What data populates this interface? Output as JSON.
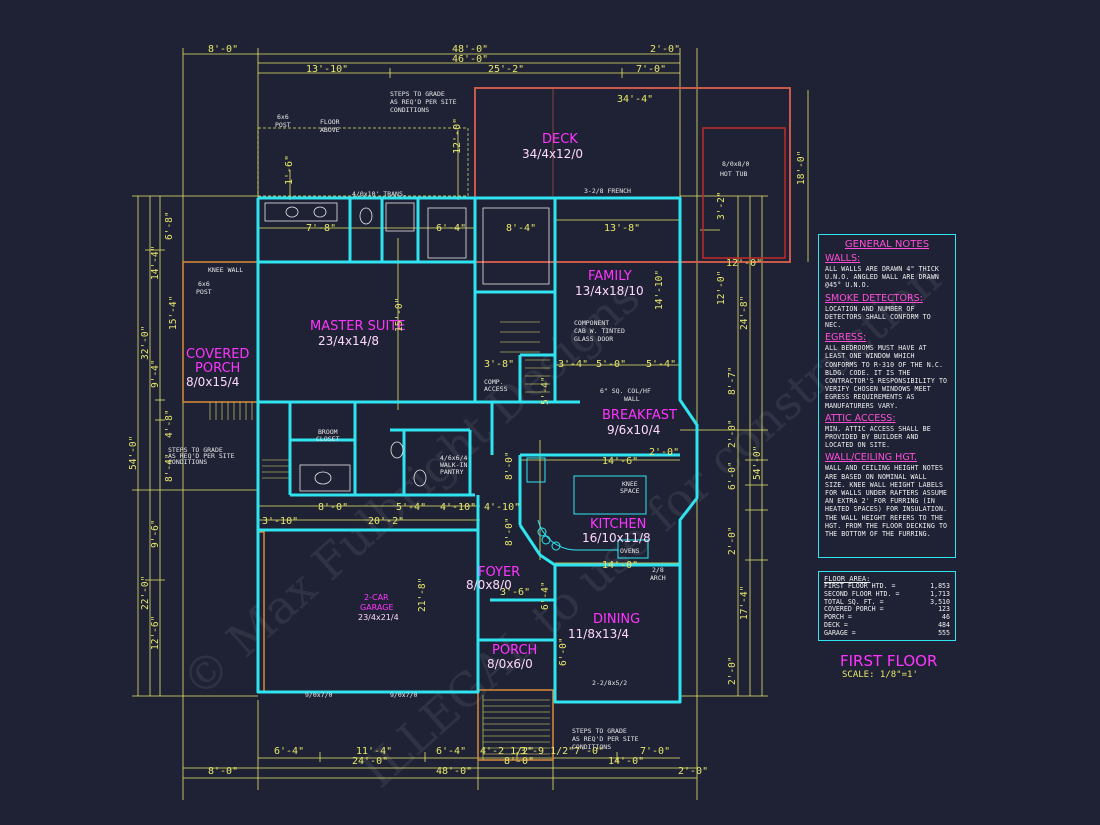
{
  "title": "FIRST FLOOR",
  "scale": "SCALE: 1/8\"=1'",
  "rooms": {
    "deck": {
      "name": "DECK",
      "size": "34/4x12/0"
    },
    "family": {
      "name": "FAMILY",
      "size": "13/4x18/10"
    },
    "master": {
      "name": "MASTER SUITE",
      "size": "23/4x14/8"
    },
    "covered_porch": {
      "name1": "COVERED",
      "name2": "PORCH",
      "size": "8/0x15/4"
    },
    "breakfast": {
      "name": "BREAKFAST",
      "size": "9/6x10/4"
    },
    "kitchen": {
      "name": "KITCHEN",
      "size": "16/10x11/8"
    },
    "foyer": {
      "name": "FOYER",
      "size": "8/0x8/0"
    },
    "garage": {
      "name1": "2-CAR",
      "name2": "GARAGE",
      "size": "23/4x21/4"
    },
    "dining": {
      "name": "DINING",
      "size": "11/8x13/4"
    },
    "porch": {
      "name": "PORCH",
      "size": "8/0x6/0"
    }
  },
  "labels": {
    "hot_tub1": "8/0x8/0",
    "hot_tub2": "HOT TUB",
    "steps_top1": "STEPS TO GRADE",
    "steps_top2": "AS REQ'D PER SITE",
    "steps_top3": "CONDITIONS",
    "steps_bot1": "STEPS TO GRADE",
    "steps_bot2": "AS REQ'D PER SITE",
    "steps_bot3": "CONDITIONS",
    "steps_left1": "STEPS TO GRADE",
    "steps_left2": "AS REQ'D PER SITE",
    "steps_left3": "CONDITIONS",
    "post_top1": "6x6",
    "post_top2": "POST",
    "floor_above1": "FLOOR",
    "floor_above2": "ABOVE",
    "trans": "4/0x10' TRANS.",
    "french_top": "3-2/8 FRENCH",
    "knee_wall": "KNEE WALL",
    "post_left1": "6x6",
    "post_left2": "POST",
    "component1": "COMPONENT",
    "component2": "CAB W. TINTED",
    "component3": "GLASS DOOR",
    "colhf1": "6\" SQ. COL/HF",
    "colhf2": "WALL",
    "comp1": "COMP.",
    "comp2": "ACCESS",
    "broom1": "BROOM",
    "broom2": "CLOSET",
    "walkin1": "4/6x6/4",
    "walkin2": "WALK-IN",
    "walkin3": "PANTRY",
    "ovens": "OVENS",
    "knee_space1": "KNEE",
    "knee_space2": "SPACE",
    "arch1": "2/8",
    "arch2": "ARCH",
    "garage_door1": "9/0x7/0",
    "garage_door2": "9/0x7/0",
    "front_win": "2-2/8x5/2"
  },
  "dims": {
    "top_total1": "48'-0\"",
    "top_total2": "46'-0\"",
    "top_left": "8'-0\"",
    "top_right": "2'-0\"",
    "top_a": "13'-10\"",
    "top_b": "25'-2\"",
    "top_c": "7'-0\"",
    "deck_w": "34'-4\"",
    "bot_total": "48'-0\"",
    "bot_left": "8'-0\"",
    "bot_right": "2'-0\"",
    "bot_a": "24'-0\"",
    "bot_b": "8'-0\"",
    "bot_c": "14'-0\"",
    "bot_d": "6'-4\"",
    "bot_e": "11'-4\"",
    "bot_f": "6'-4\"",
    "bot_g": "4'-2 1/2\"",
    "bot_h": "3'-9 1/2\"",
    "bot_i": "7'-0\"",
    "bot_j": "7'-0\"",
    "mid_a": "20'-2\"",
    "mid_b": "8'-0\"",
    "mid_c": "5'-4\"",
    "mid_d": "4'-10\"",
    "mid_e": "4'-10\"",
    "mid_f": "3'-10\"",
    "kit_w": "14'-6\"",
    "din_w": "14'-0\"",
    "fam_w": "13'-8\"",
    "bk1": "3'-4\"",
    "bk2": "5'-0\"",
    "bk3": "5'-4\"",
    "bk4": "3'-8\"",
    "bath1": "7'-8\"",
    "bath2": "6'-4\"",
    "bath3": "8'-4\"",
    "left_total": "54'-0\"",
    "left_a": "32'-0\"",
    "left_b": "22'-0\"",
    "left_c": "14'-4\"",
    "left_d": "9'-4\"",
    "left_e": "9'-6\"",
    "left_f": "12'-6\"",
    "left_g": "6'-8\"",
    "left_h": "4'-8\"",
    "left_i": "8'-4\"",
    "left_j": "15'-4\"",
    "right_total": "54'-0\"",
    "right_a": "24'-8\"",
    "right_b": "12'-0\"",
    "right_c": "17'-4\"",
    "right_d": "2'-0\"",
    "right_e": "2'-0\"",
    "right_f": "6'-0\"",
    "right_g": "8'-7\"",
    "right_h": "3'-2\"",
    "deck_h": "18'-0\"",
    "deck_d": "12'-0\"",
    "mid_v1": "15'-0\"",
    "mid_v2": "21'-8\"",
    "mid_v3": "14'-10\"",
    "mid_v4": "5'-4\"",
    "mid_v5": "6'-4\"",
    "mid_v6": "6'-0\"",
    "mid_v7": "8'-0\"",
    "mid_v8": "3'-6\"",
    "mid_v9": "8'-0\"",
    "steps_d": "1'-6\"",
    "steps_d2": "12'-0\""
  },
  "notes": {
    "heading": "GENERAL NOTES",
    "walls_h": "WALLS:",
    "walls": "ALL WALLS ARE DRAWN 4\" THICK U.N.O. ANGLED WALL ARE DRAWN @45° U.N.O.",
    "smoke_h": "SMOKE DETECTORS:",
    "smoke": "LOCATION AND NUMBER OF DETECTORS SHALL CONFORM TO NEC.",
    "egress_h": "EGRESS:",
    "egress": "ALL BEDROOMS MUST HAVE AT LEAST ONE WINDOW WHICH CONFORMS TO R-310 OF THE N.C. BLDG. CODE. IT IS THE CONTRACTOR'S RESPONSIBILITY TO VERIFY CHOSEN WINDOWS MEET EGRESS REQUIREMENTS AS MANUFATURERS VARY.",
    "attic_h": "ATTIC ACCESS:",
    "attic": "MIN. ATTIC ACCESS SHALL BE PROVIDED BY BUILDER AND LOCATED ON SITE.",
    "wall_h": "WALL/CEILING HGT.",
    "wall": "WALL AND CEILING HEIGHT NOTES ARE BASED ON NOMINAL WALL SIZE. KNEE WALL HEIGHT LABELS FOR WALLS UNDER RAFTERS ASSUME AN EXTRA 2' FOR FURRING (IN HEATED SPACES) FOR INSULATION. THE WALL HEIGHT REFERS TO THE HGT. FROM THE FLOOR DECKING TO THE BOTTOM OF THE FURRING."
  },
  "area": {
    "heading": "FLOOR AREA:",
    "rows": [
      {
        "label": "FIRST FLOOR HTD. =",
        "value": "1,853"
      },
      {
        "label": "SECOND FLOOR HTD. =",
        "value": "1,713"
      },
      {
        "label": "TOTAL SQ. FT. =",
        "value": "3,510"
      },
      {
        "label": "COVERED PORCH =",
        "value": "123"
      },
      {
        "label": "PORCH =",
        "value": "46"
      },
      {
        "label": "DECK =",
        "value": "484"
      },
      {
        "label": "GARAGE =",
        "value": "555"
      }
    ]
  },
  "colors": {
    "background": "#1f2235",
    "walls": "#2fe4f0",
    "dims": "#e8e86a",
    "rooms": "#ff35ff",
    "deck": "#c9594a"
  }
}
